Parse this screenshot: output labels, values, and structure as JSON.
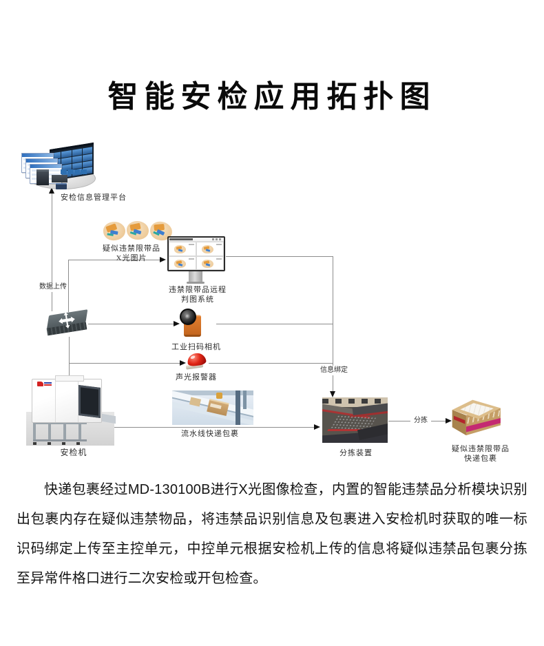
{
  "title": "智能安检应用拓扑图",
  "diagram": {
    "nodes": {
      "platform": {
        "label": "安检信息管理平台"
      },
      "xray_images": {
        "label_line1": "疑似违禁限带品",
        "label_line2": "X光图片"
      },
      "judge_system": {
        "label_line1": "违禁限带品远程",
        "label_line2": "判图系统"
      },
      "camera": {
        "label": "工业扫码相机"
      },
      "alarm": {
        "label": "声光报警器"
      },
      "scanner": {
        "label": "安检机"
      },
      "conveyor": {
        "label": "流水线快递包裹"
      },
      "sorter": {
        "label": "分拣装置"
      },
      "package": {
        "label_line1": "疑似违禁限带品",
        "label_line2": "快递包裹"
      }
    },
    "edge_labels": {
      "data_upload": "数据上传",
      "info_binding": "信息绑定",
      "sorting": "分拣"
    },
    "colors": {
      "connector_line": "#8c8c8c",
      "arrow": "#111111",
      "camera_orange": "#e07d2e",
      "alarm_red": "#e02616",
      "xray_bag_orange": "#edc896",
      "xray_item_blue": "#3f7fd0",
      "screen_panel_blue": "#2a5d96",
      "package_tan": "#c59e66",
      "package_magenta": "#c42a72"
    }
  },
  "description": {
    "text": "快递包裹经过MD-130100B进行X光图像检查，内置的智能违禁品分析模块识别出包裹内存在疑似违禁物品，将违禁品识别信息及包裹进入安检机时获取的唯一标识码绑定上传至主控单元，中控单元根据安检机上传的信息将疑似违禁品包裹分拣至异常件格口进行二次安检或开包检查。"
  }
}
